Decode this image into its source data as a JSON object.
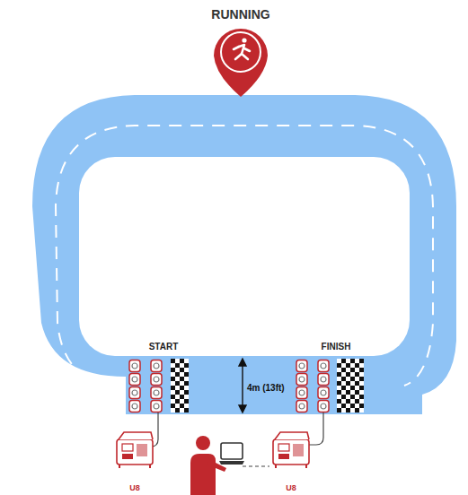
{
  "diagram": {
    "title": "RUNNING",
    "labels": [
      "START",
      "FINISH",
      "4m (13ft)",
      "U8",
      "U8"
    ]
  }
}
